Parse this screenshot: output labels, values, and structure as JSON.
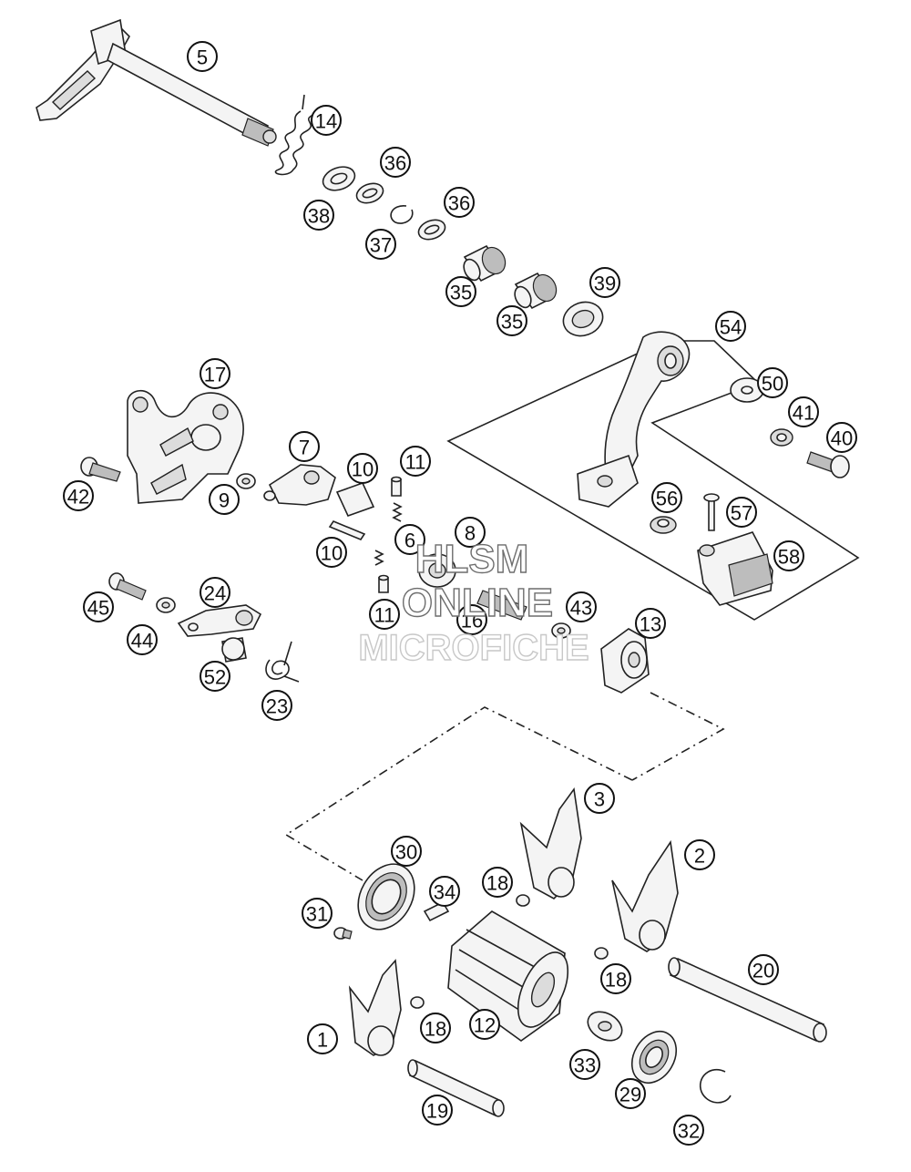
{
  "diagram": {
    "callouts": [
      "5",
      "14",
      "36",
      "38",
      "37",
      "36",
      "35",
      "35",
      "39",
      "54",
      "50",
      "41",
      "40",
      "17",
      "42",
      "9",
      "7",
      "10",
      "11",
      "10",
      "6",
      "8",
      "11",
      "16",
      "43",
      "13",
      "56",
      "57",
      "58",
      "45",
      "44",
      "24",
      "52",
      "23",
      "3",
      "2",
      "30",
      "34",
      "18",
      "31",
      "18",
      "20",
      "12",
      "18",
      "1",
      "33",
      "29",
      "19",
      "32"
    ]
  },
  "watermark": {
    "line1": "HLSM",
    "line2": "ONLINE",
    "line3": "MICROFICHE"
  }
}
